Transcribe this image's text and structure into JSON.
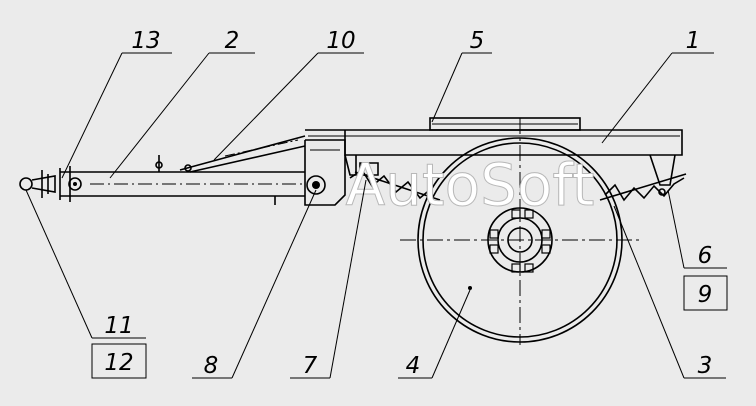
{
  "watermark": "AutoSoft",
  "callouts": [
    {
      "id": "13",
      "text": "13"
    },
    {
      "id": "2",
      "text": "2"
    },
    {
      "id": "10",
      "text": "10"
    },
    {
      "id": "5",
      "text": "5"
    },
    {
      "id": "1",
      "text": "1"
    },
    {
      "id": "6",
      "text": "6"
    },
    {
      "id": "9",
      "text": "9"
    },
    {
      "id": "3",
      "text": "3"
    },
    {
      "id": "4",
      "text": "4"
    },
    {
      "id": "7",
      "text": "7"
    },
    {
      "id": "8",
      "text": "8"
    },
    {
      "id": "11",
      "text": "11"
    },
    {
      "id": "12",
      "text": "12"
    }
  ],
  "colors": {
    "background": "#ebebeb",
    "line": "#000000",
    "watermark": "#ffffff"
  }
}
